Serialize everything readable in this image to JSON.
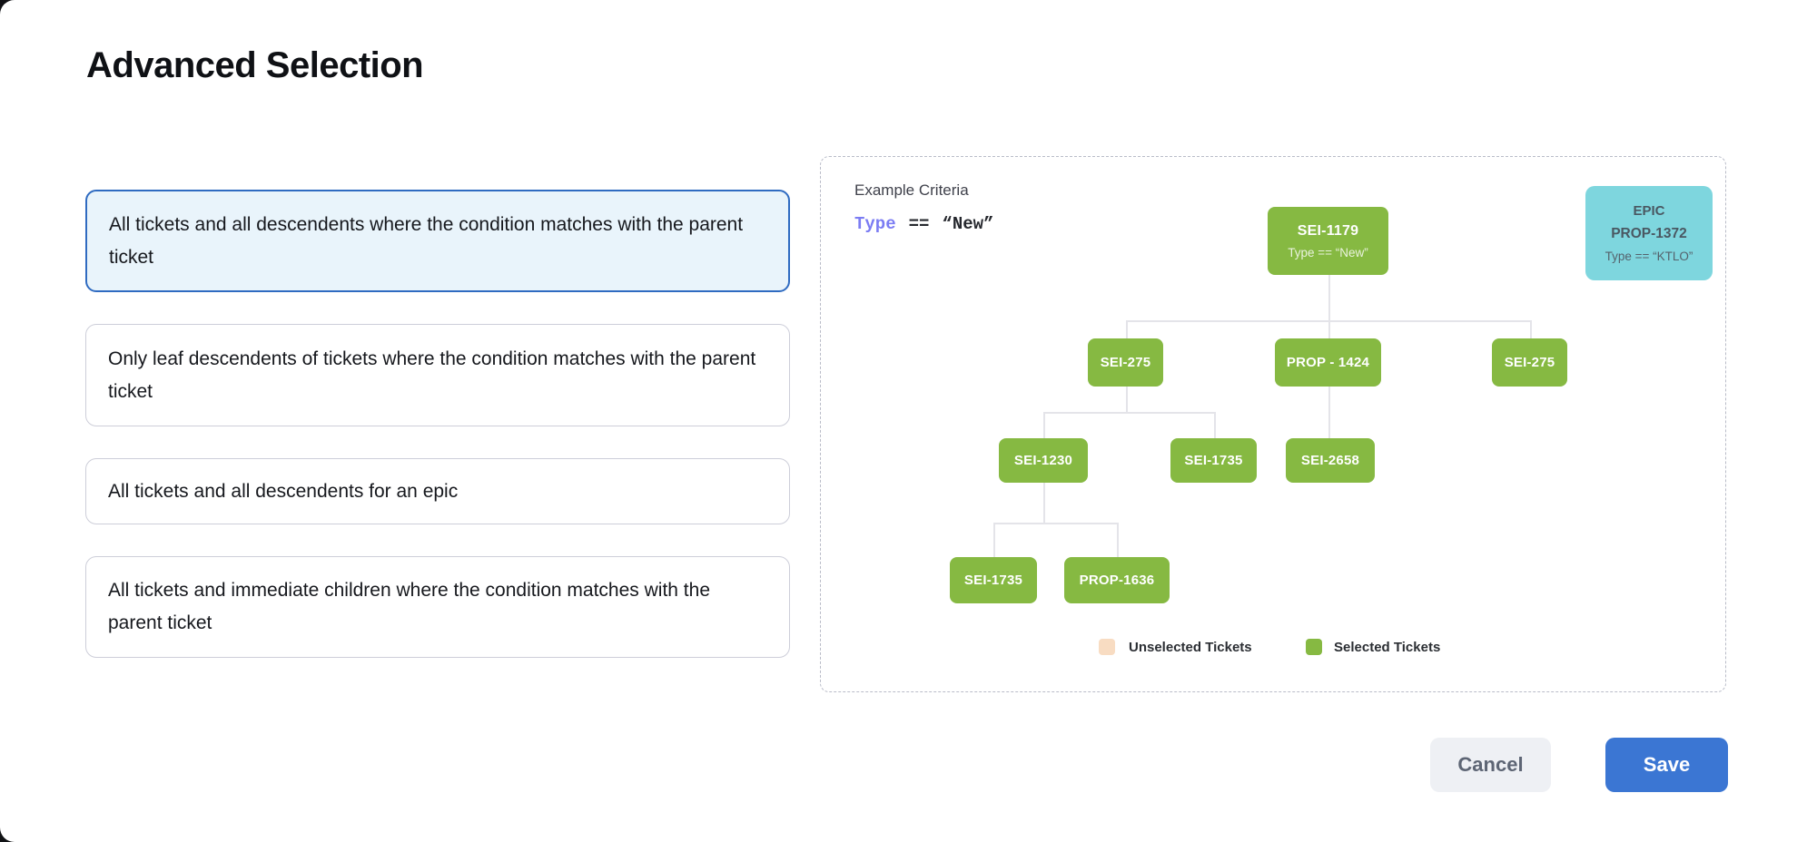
{
  "dialog": {
    "title": "Advanced Selection"
  },
  "options": [
    {
      "label": "All tickets and all descendents where the condition matches with the parent ticket",
      "selected": true
    },
    {
      "label": "Only leaf descendents of tickets where the condition matches with the parent ticket",
      "selected": false
    },
    {
      "label": "All tickets and all descendents for an epic",
      "selected": false
    },
    {
      "label": "All tickets and immediate children where the condition matches with the parent ticket",
      "selected": false
    }
  ],
  "example": {
    "criteria_label": "Example Criteria",
    "criteria": {
      "field": "Type",
      "operator": "==",
      "value": "“New”"
    },
    "epic": {
      "type_label": "EPIC",
      "id": "PROP-1372",
      "condition": "Type == “KTLO”"
    },
    "tree": {
      "nodes": [
        {
          "id": "SEI-1179",
          "condition": "Type == “New”",
          "level": 1,
          "selected": true
        },
        {
          "id": "SEI-275",
          "level": 2,
          "selected": true
        },
        {
          "id": "PROP - 1424",
          "level": 2,
          "selected": true
        },
        {
          "id": "SEI-275",
          "level": 2,
          "selected": true
        },
        {
          "id": "SEI-1230",
          "level": 3,
          "selected": true
        },
        {
          "id": "SEI-1735",
          "level": 3,
          "selected": true
        },
        {
          "id": "SEI-2658",
          "level": 3,
          "selected": true
        },
        {
          "id": "SEI-1735",
          "level": 4,
          "selected": true
        },
        {
          "id": "PROP-1636",
          "level": 4,
          "selected": true
        }
      ]
    },
    "legend": [
      {
        "label": "Unselected Tickets",
        "color": "#f8dcc2"
      },
      {
        "label": "Selected Tickets",
        "color": "#86b942"
      }
    ]
  },
  "footer": {
    "cancel_label": "Cancel",
    "save_label": "Save"
  },
  "colors": {
    "selected_node_green": "#86b942",
    "unselected_peach": "#f8dcc2",
    "epic_cyan": "#7ed6de",
    "selected_card_border": "#2f6bc1",
    "selected_card_bg": "#e9f4fb",
    "save_button_blue": "#3b76d3",
    "criteria_field_purple": "#7b7cf3"
  }
}
